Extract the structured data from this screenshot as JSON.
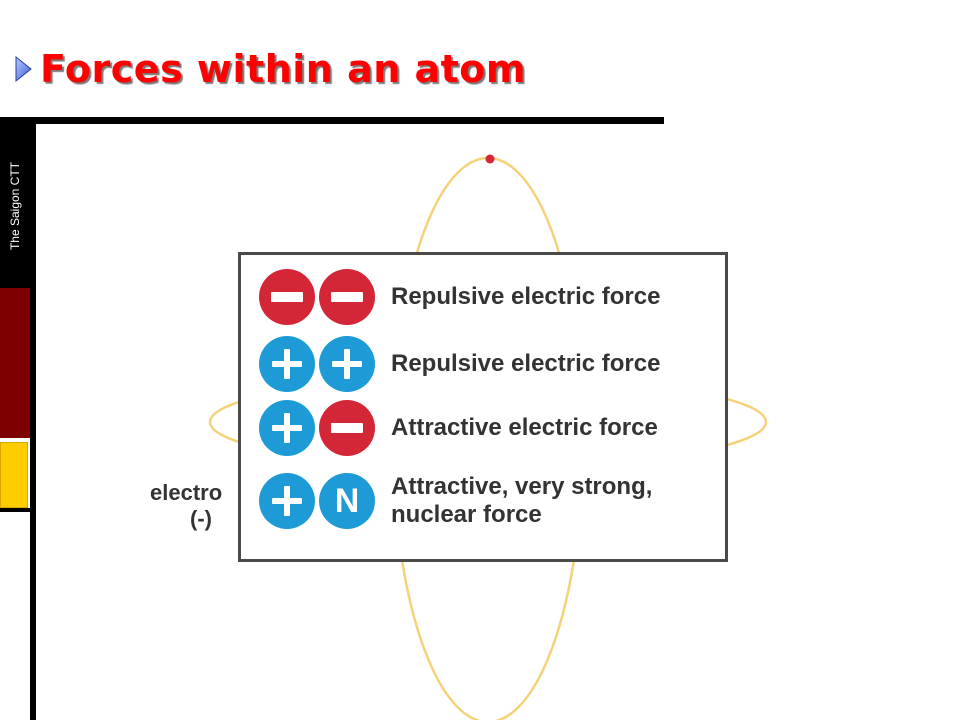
{
  "slide": {
    "title": "Forces within an atom",
    "sidebar_label": "The Saigon CTT",
    "colors": {
      "title": "#ff0000",
      "negative": "#d32636",
      "positive": "#1e9bd7",
      "orbit": "#f3d27a"
    }
  },
  "diagram": {
    "electron_label": {
      "line1": "electro",
      "line2": "(-)"
    },
    "legend": [
      {
        "particles": [
          "−",
          "−"
        ],
        "kinds": [
          "negative",
          "negative"
        ],
        "label": "Repulsive electric force"
      },
      {
        "particles": [
          "+",
          "+"
        ],
        "kinds": [
          "positive",
          "positive"
        ],
        "label": "Repulsive electric force"
      },
      {
        "particles": [
          "+",
          "−"
        ],
        "kinds": [
          "positive",
          "negative"
        ],
        "label": "Attractive electric force"
      },
      {
        "particles": [
          "+",
          "N"
        ],
        "kinds": [
          "positive",
          "neutron"
        ],
        "label_line1": "Attractive, very strong,",
        "label_line2": "nuclear force"
      }
    ]
  }
}
